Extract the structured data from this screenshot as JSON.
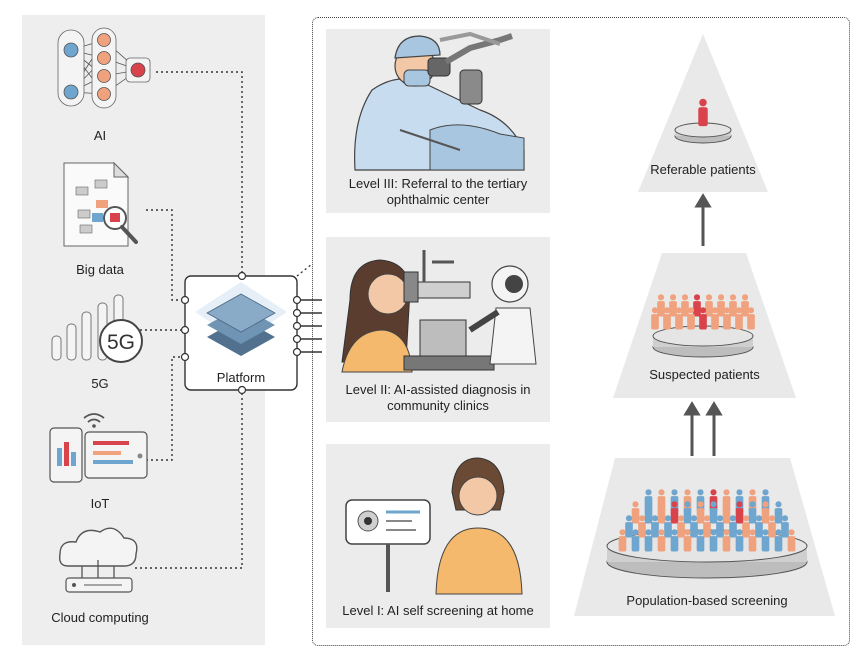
{
  "technologies": [
    {
      "label": "AI",
      "icon": "neural-network-icon"
    },
    {
      "label": "Big data",
      "icon": "big-data-document-icon"
    },
    {
      "label": "5G",
      "icon": "5g-signal-icon"
    },
    {
      "label": "IoT",
      "icon": "iot-devices-icon"
    },
    {
      "label": "Cloud computing",
      "icon": "cloud-computing-icon"
    }
  ],
  "platform": {
    "label": "Platform",
    "icon": "layered-stack-icon"
  },
  "signal_icon_text": "5G",
  "levels": [
    {
      "line1": "Level III: Referral to the tertiary",
      "line2": "ophthalmic center",
      "illustration": "surgeon-microscope-illustration"
    },
    {
      "line1": "Level II: AI-assisted diagnosis in",
      "line2": "community clinics",
      "illustration": "robot-slit-lamp-exam-illustration"
    },
    {
      "line1": "Level I: AI self screening at home",
      "line2": "",
      "illustration": "self-screening-phone-illustration"
    }
  ],
  "pyramid": {
    "top": "Referable patients",
    "middle": "Suspected patients",
    "bottom": "Population-based screening"
  },
  "colors": {
    "left_panel_bg": "#eeeeee",
    "card_bg": "#ececec",
    "pyramid_bg": "#e9e9e9",
    "blue_person": "#6ea6cf",
    "orange_person": "#f0a27e",
    "red_person": "#d9434b",
    "platform_blue": "#6f94b4"
  }
}
